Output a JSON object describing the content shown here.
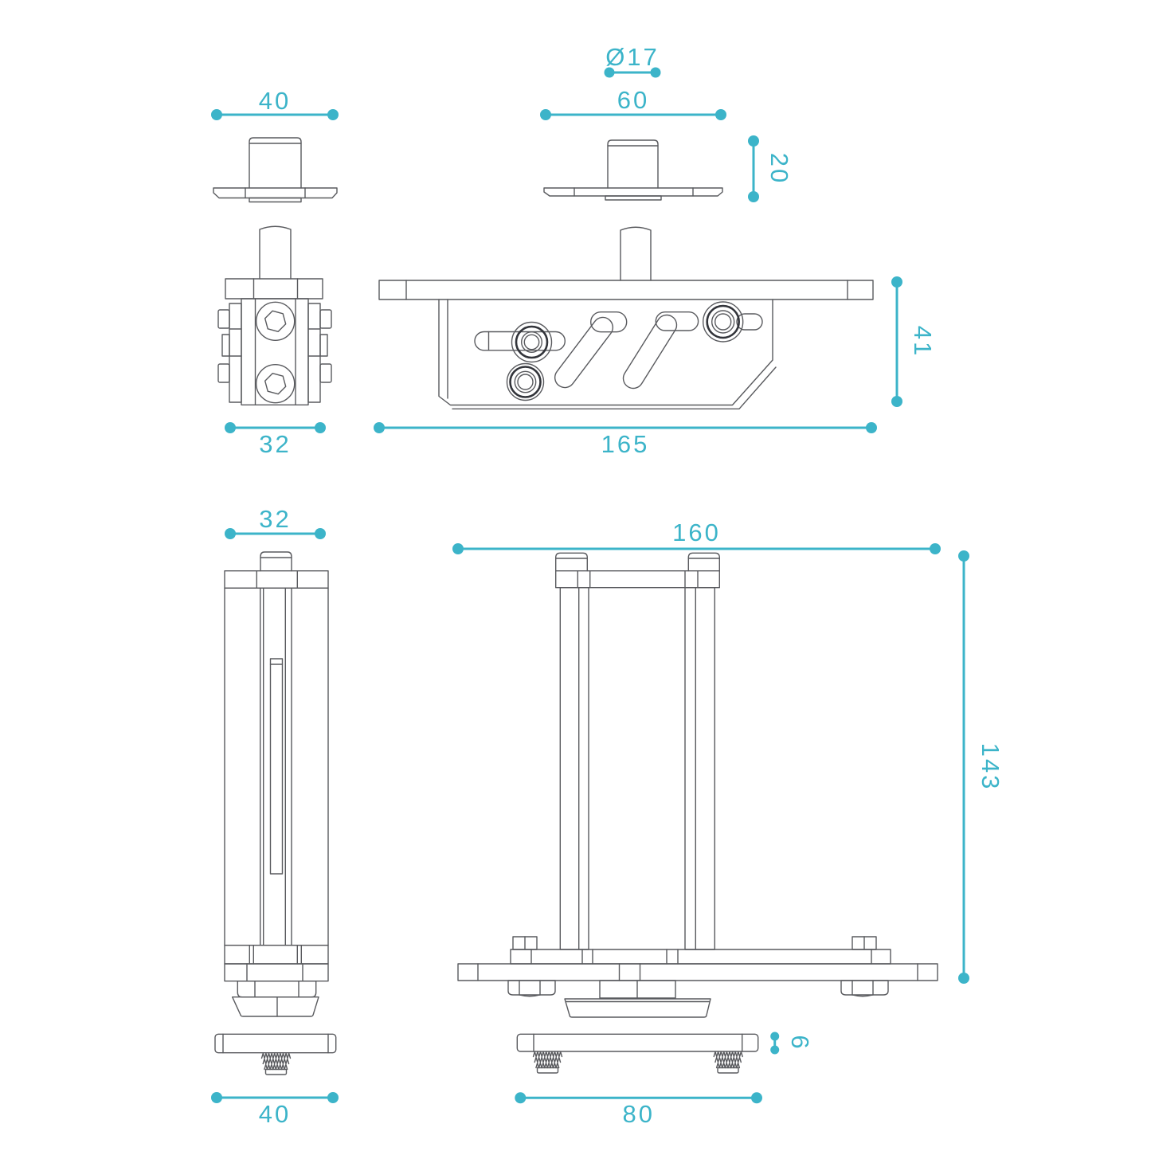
{
  "drawing": {
    "type": "technical-orthographic-views",
    "background": "#ffffff"
  },
  "colors": {
    "dimension": "#3cb4c9",
    "outline": "#595a5e",
    "outline_bold": "#32343a"
  },
  "dimensions": {
    "top_small_width": {
      "label": "40"
    },
    "bore_diameter": {
      "label": "Ø17"
    },
    "top_large_width": {
      "label": "60"
    },
    "flange_height": {
      "label": "20"
    },
    "side_width": {
      "label": "32"
    },
    "body_length": {
      "label": "165"
    },
    "body_height": {
      "label": "41"
    },
    "column_width": {
      "label": "32"
    },
    "stand_width": {
      "label": "160"
    },
    "stand_height": {
      "label": "143"
    },
    "pad_small_width": {
      "label": "40"
    },
    "pad_thickness": {
      "label": "6"
    },
    "pad_large_width": {
      "label": "80"
    }
  }
}
